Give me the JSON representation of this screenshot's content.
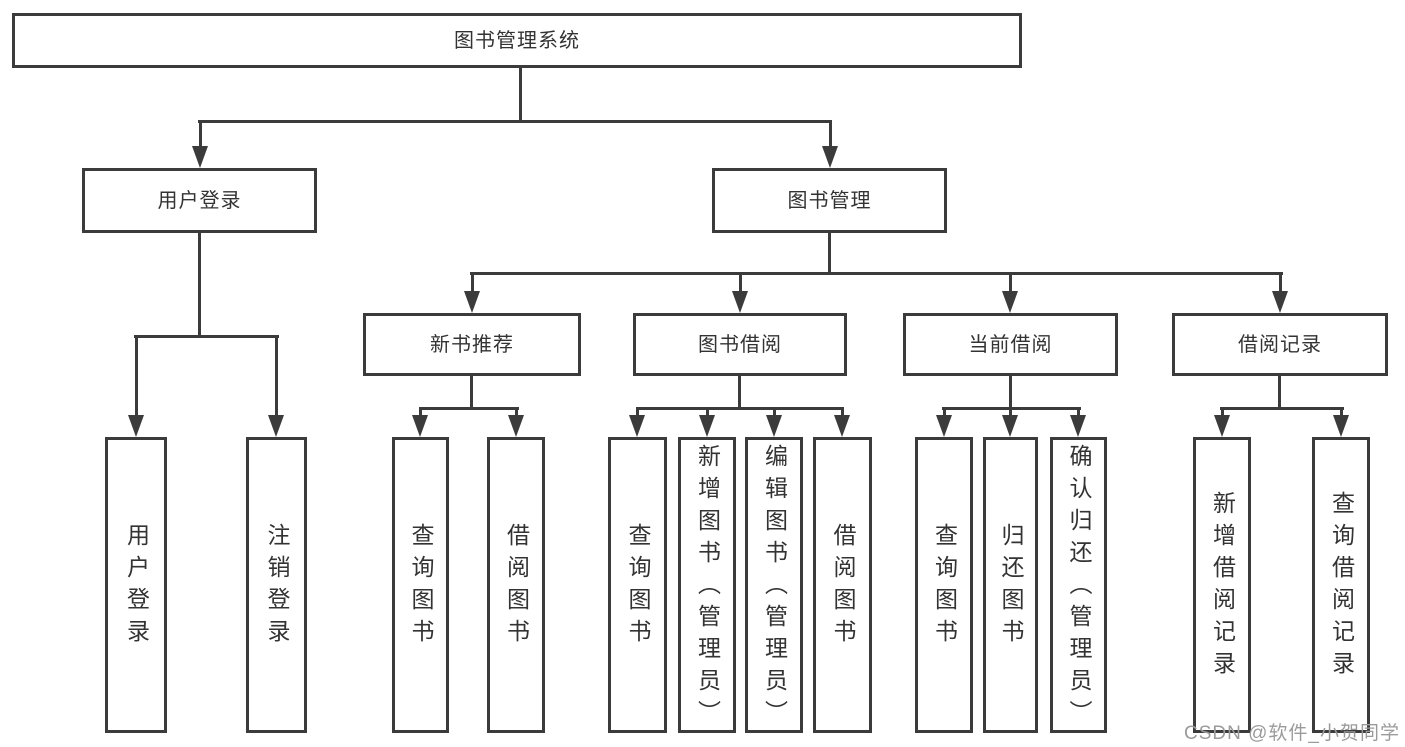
{
  "title": "图书管理系统",
  "tree": {
    "root": {
      "label": "图书管理系统"
    },
    "branches": [
      {
        "label": "用户登录",
        "children": [
          {
            "label": "用户登录"
          },
          {
            "label": "注销登录"
          }
        ]
      },
      {
        "label": "图书管理",
        "children": [
          {
            "label": "新书推荐",
            "children": [
              {
                "label": "查询图书"
              },
              {
                "label": "借阅图书"
              }
            ]
          },
          {
            "label": "图书借阅",
            "children": [
              {
                "label": "查询图书"
              },
              {
                "label": "新增图书（管理员）"
              },
              {
                "label": "编辑图书（管理员）"
              },
              {
                "label": "借阅图书"
              }
            ]
          },
          {
            "label": "当前借阅",
            "children": [
              {
                "label": "查询图书"
              },
              {
                "label": "归还图书"
              },
              {
                "label": "确认归还（管理员）"
              }
            ]
          },
          {
            "label": "借阅记录",
            "children": [
              {
                "label": "新增借阅记录"
              },
              {
                "label": "查询借阅记录"
              }
            ]
          }
        ]
      }
    ]
  },
  "watermark": {
    "text": "CSDN @软件_小贺同学"
  },
  "colors": {
    "line": "#3b3b3b",
    "text": "#333333",
    "watermark_color": "#9b9b9b",
    "background": "#ffffff"
  }
}
